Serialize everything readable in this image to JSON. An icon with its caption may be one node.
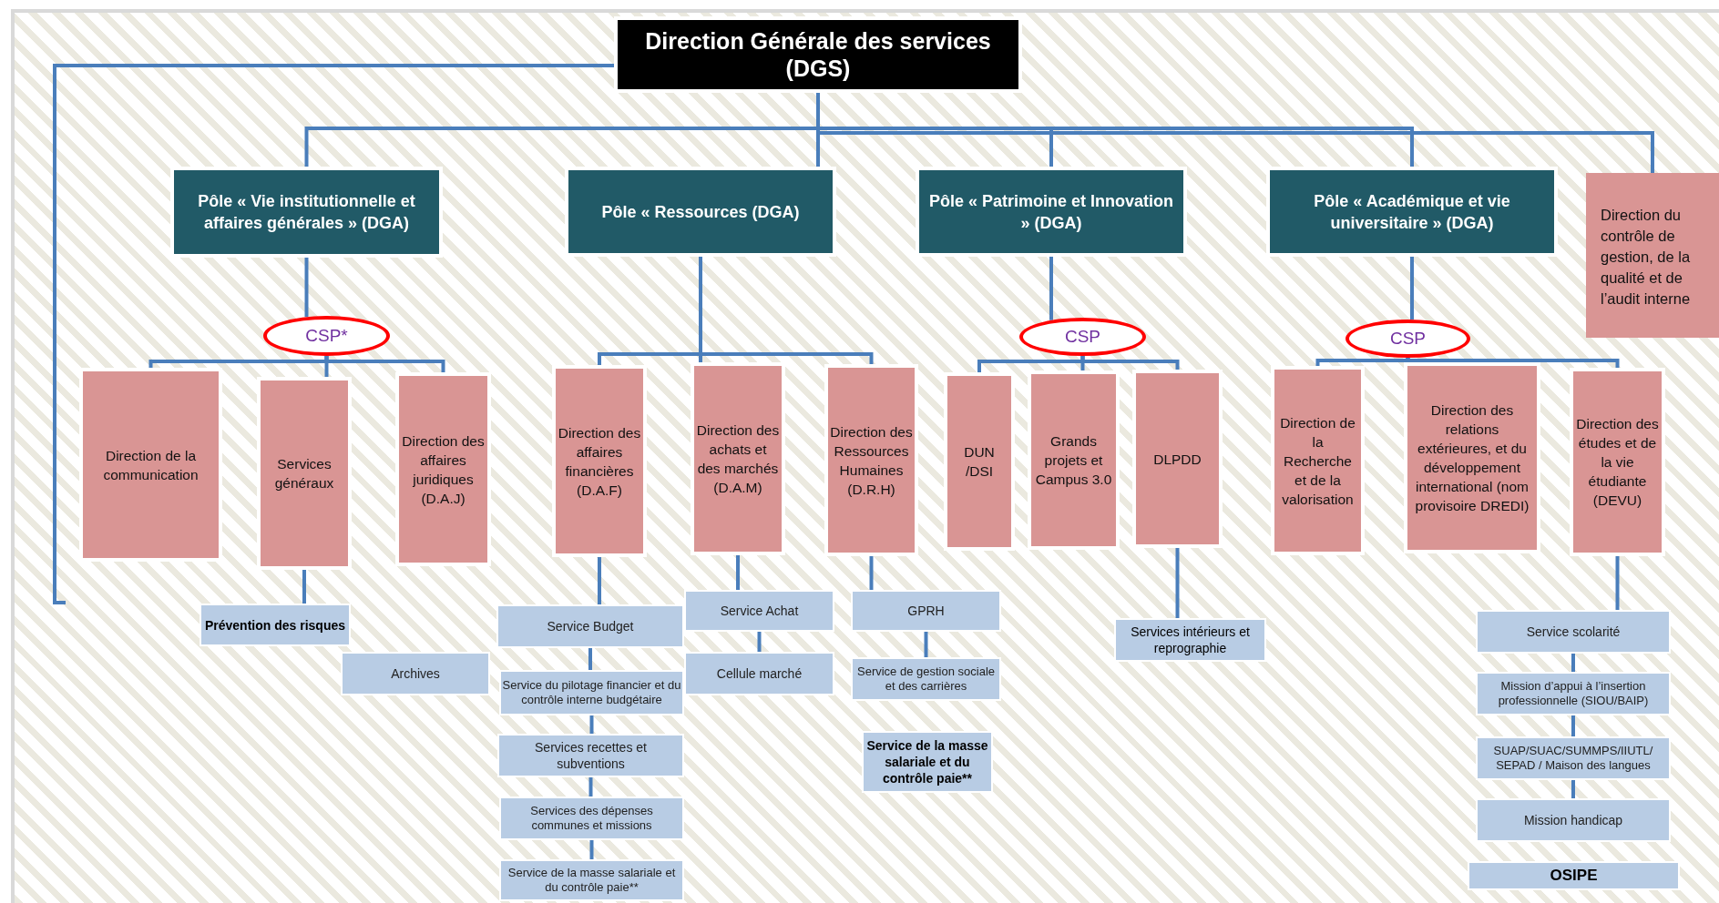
{
  "diagram": {
    "nodes": [
      {
        "text": [
          "Direction Générale des services (DGS)"
        ]
      },
      {
        "text": [
          "Pôle « Vie institutionnelle et affaires générales » (DGA)"
        ]
      },
      {
        "text": [
          "Pôle « Ressources (DGA)"
        ]
      },
      {
        "text": [
          "Pôle « Patrimoine et Innovation » (DGA)"
        ]
      },
      {
        "text": [
          "Pôle « Académique et vie universitaire » (DGA)"
        ]
      },
      {
        "text": [
          "Direction du contrôle de gestion, de la qualité et de l’audit interne"
        ]
      },
      {
        "text": [
          "CSP*"
        ]
      },
      {
        "text": [
          "Direction de la communication"
        ]
      },
      {
        "text": [
          "Services généraux"
        ]
      },
      {
        "text": [
          "Direction des affaires juridiques (D.A.J)"
        ]
      },
      {
        "text": [
          "Direction des affaires financières (D.A.F)"
        ]
      },
      {
        "text": [
          "Direction des achats et des marchés (D.A.M)"
        ]
      },
      {
        "text": [
          "Direction des Ressources Humaines (D.R.H)"
        ]
      },
      {
        "text": [
          "CSP"
        ]
      },
      {
        "text": [
          "DUN /DSI"
        ]
      },
      {
        "text": [
          "Grands projets et Campus 3.0"
        ]
      },
      {
        "text": [
          "DLPDD"
        ]
      },
      {
        "text": [
          "CSP"
        ]
      },
      {
        "text": [
          "Direction de la Recherche et de la valorisation"
        ]
      },
      {
        "text": [
          "Direction des relations extérieures, et du développement international (nom provisoire DREDI)"
        ]
      },
      {
        "text": [
          "Direction des études et de la vie étudiante (DEVU)"
        ]
      },
      {
        "text": [
          "Prévention des risques"
        ]
      },
      {
        "text": [
          "Archives"
        ]
      },
      {
        "text": [
          "Service Budget"
        ]
      },
      {
        "text": [
          "Service du pilotage financier et du contrôle interne budgétaire"
        ]
      },
      {
        "text": [
          "Services recettes et subventions"
        ]
      },
      {
        "text": [
          "Services des dépenses communes et missions"
        ]
      },
      {
        "text": [
          "Service de la masse salariale et du contrôle paie**"
        ]
      },
      {
        "text": [
          "Service Achat"
        ]
      },
      {
        "text": [
          "Cellule marché"
        ]
      },
      {
        "text": [
          "GPRH"
        ]
      },
      {
        "text": [
          "Service de gestion sociale et des carrières"
        ]
      },
      {
        "text": [
          "Service de la masse salariale et du contrôle paie**"
        ]
      },
      {
        "text": [
          "Services intérieurs et reprographie"
        ]
      },
      {
        "text": [
          "Service scolarité"
        ]
      },
      {
        "text": [
          "Mission d’appui à l’insertion professionnelle (SIOU/BAIP)"
        ]
      },
      {
        "text": [
          "SUAP/SUAC/SUMMPS/IIUTL/ SEPAD / Maison des langues"
        ]
      },
      {
        "text": [
          "Mission handicap"
        ]
      },
      {
        "text": [
          "OSIPE"
        ]
      }
    ],
    "edges": [
      {
        "from": 0,
        "to": 1,
        "arrow": "none"
      },
      {
        "from": 0,
        "to": 2,
        "arrow": "none"
      },
      {
        "from": 0,
        "to": 3,
        "arrow": "none"
      },
      {
        "from": 0,
        "to": 4,
        "arrow": "none"
      },
      {
        "from": 0,
        "to": 5,
        "arrow": "none"
      },
      {
        "from": 0,
        "to": null,
        "arrow": "none"
      },
      {
        "from": 1,
        "to": 6,
        "arrow": "none"
      },
      {
        "from": 6,
        "to": 7,
        "arrow": "none"
      },
      {
        "from": 6,
        "to": 8,
        "arrow": "none"
      },
      {
        "from": 6,
        "to": 9,
        "arrow": "none"
      },
      {
        "from": 2,
        "to": 10,
        "arrow": "none"
      },
      {
        "from": 2,
        "to": 11,
        "arrow": "none"
      },
      {
        "from": 2,
        "to": 12,
        "arrow": "none"
      },
      {
        "from": 3,
        "to": 13,
        "arrow": "none"
      },
      {
        "from": 13,
        "to": 14,
        "arrow": "none"
      },
      {
        "from": 13,
        "to": 15,
        "arrow": "none"
      },
      {
        "from": 13,
        "to": 16,
        "arrow": "none"
      },
      {
        "from": 4,
        "to": 17,
        "arrow": "none"
      },
      {
        "from": 17,
        "to": 18,
        "arrow": "none"
      },
      {
        "from": 17,
        "to": 19,
        "arrow": "none"
      },
      {
        "from": 17,
        "to": 20,
        "arrow": "none"
      },
      {
        "from": 8,
        "to": 21,
        "arrow": "none"
      },
      {
        "from": 10,
        "to": 23,
        "arrow": "none"
      },
      {
        "from": 23,
        "to": 24,
        "arrow": "none"
      },
      {
        "from": 24,
        "to": 25,
        "arrow": "none"
      },
      {
        "from": 25,
        "to": 26,
        "arrow": "none"
      },
      {
        "from": 26,
        "to": 27,
        "arrow": "none"
      },
      {
        "from": 11,
        "to": 28,
        "arrow": "none"
      },
      {
        "from": 28,
        "to": 29,
        "arrow": "none"
      },
      {
        "from": 12,
        "to": 30,
        "arrow": "none"
      },
      {
        "from": 30,
        "to": 31,
        "arrow": "none"
      },
      {
        "from": 16,
        "to": 33,
        "arrow": "none"
      },
      {
        "from": 20,
        "to": 34,
        "arrow": "none"
      },
      {
        "from": 34,
        "to": 35,
        "arrow": "none"
      },
      {
        "from": 35,
        "to": 36,
        "arrow": "none"
      },
      {
        "from": 36,
        "to": 37,
        "arrow": "none"
      }
    ]
  }
}
